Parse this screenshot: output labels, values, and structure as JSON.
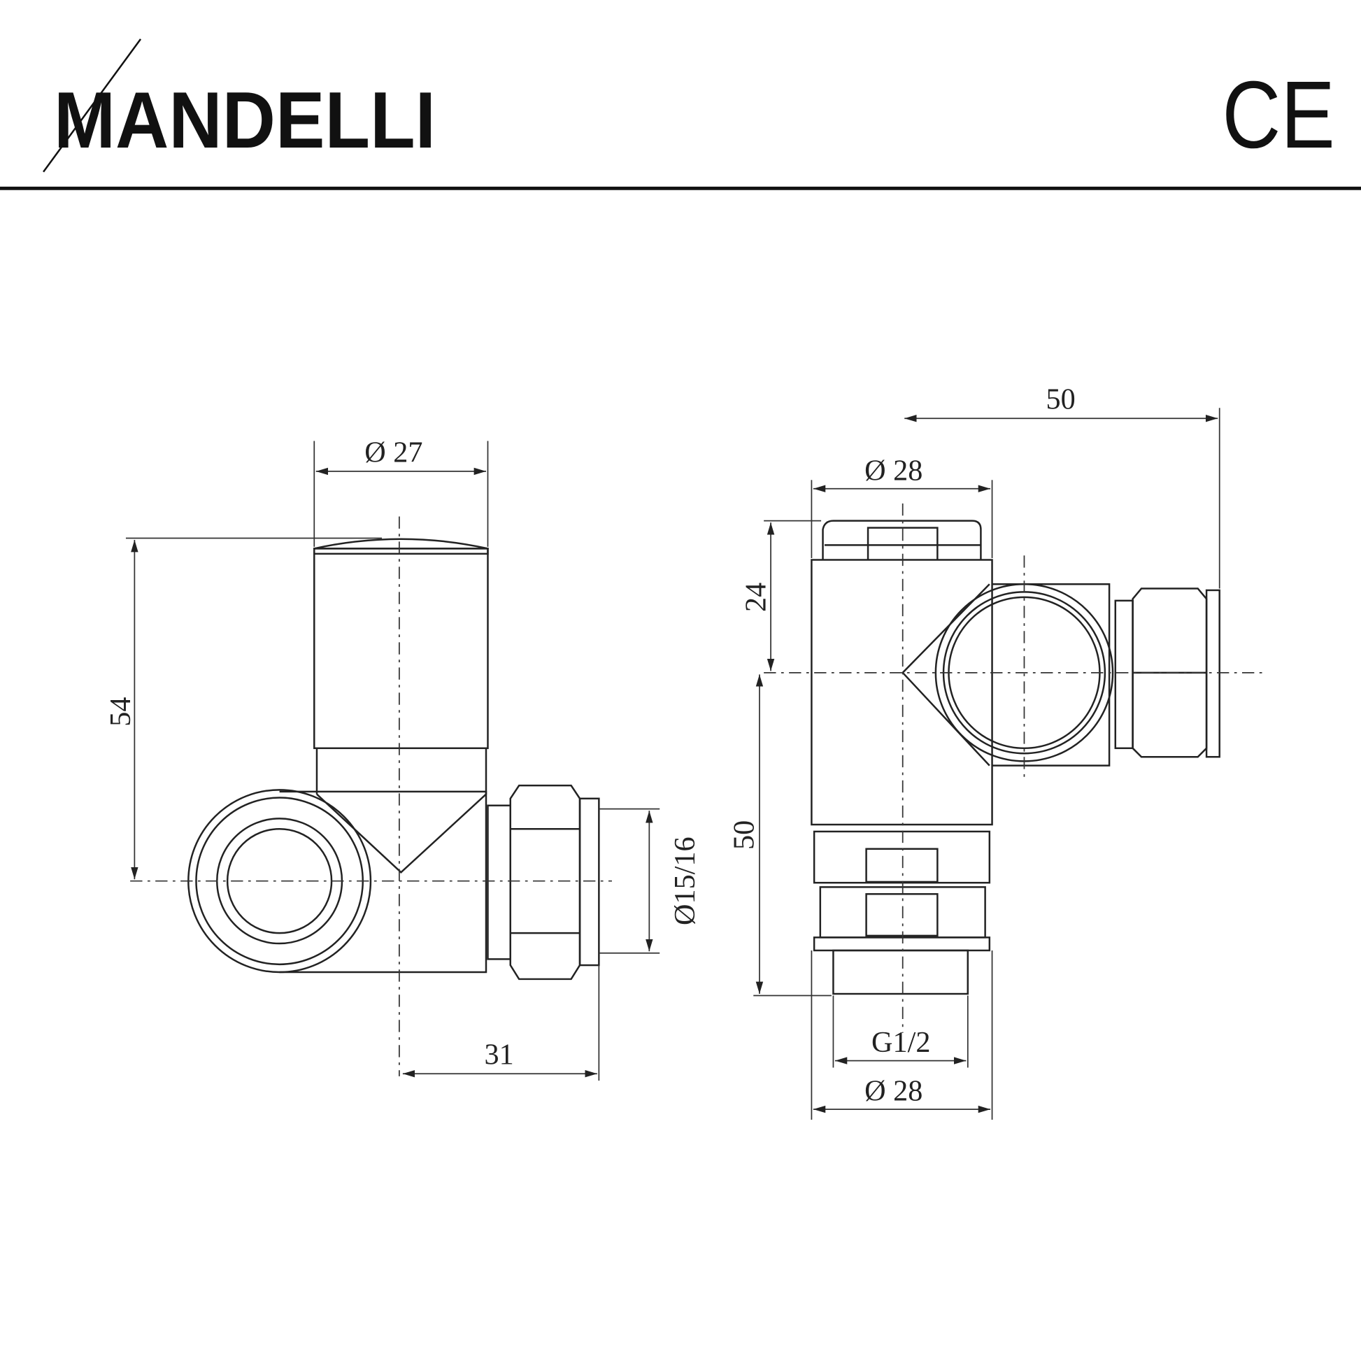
{
  "header": {
    "brand": "MANDELLI",
    "certification_mark": "CE",
    "colors": {
      "ink": "#111111",
      "background": "#ffffff"
    }
  },
  "side_view": {
    "cap_diameter": "Ø 27",
    "height": "54",
    "pipe_diameter": "Ø15/16",
    "outlet_length": "31"
  },
  "front_view": {
    "overall_width": "50",
    "cap_diameter": "Ø 28",
    "upper_height": "24",
    "lower_height": "50",
    "thread": "G1/2",
    "base_diameter": "Ø 28"
  }
}
